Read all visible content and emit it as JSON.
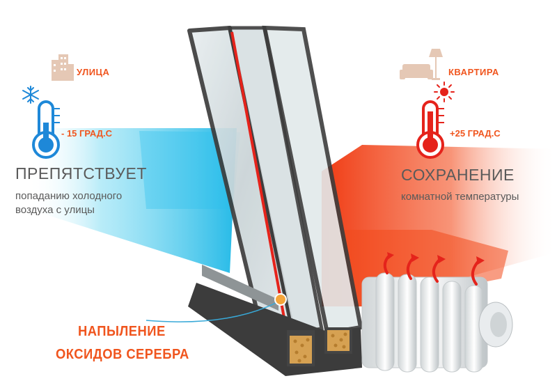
{
  "left_side": {
    "location_label": "УЛИЦА",
    "temperature": "- 15 ГРАД.С",
    "headline": "ПРЕПЯТСТВУЕТ",
    "description_line1": "попаданию холодного",
    "description_line2": "воздуха с улицы",
    "accent_color": "#38c3ea",
    "icons": [
      "building-icon",
      "snowflake-icon",
      "cold-thermometer-icon"
    ]
  },
  "right_side": {
    "location_label": "КВАРТИРА",
    "temperature": "+25 ГРАД.С",
    "headline": "СОХРАНЕНИЕ",
    "description_line1": "комнатной температуры",
    "accent_color": "#f0551e",
    "icons": [
      "sofa-icon",
      "floor-lamp-icon",
      "sun-icon",
      "hot-thermometer-icon",
      "radiator-icon"
    ]
  },
  "coating": {
    "line1": "НАПЫЛЕНИЕ",
    "line2": "ОКСИДОВ СЕРЕБРА",
    "color": "#f0551e"
  },
  "window": {
    "frame_color": "#3c3c3c",
    "coating_color": "#e5231b"
  }
}
